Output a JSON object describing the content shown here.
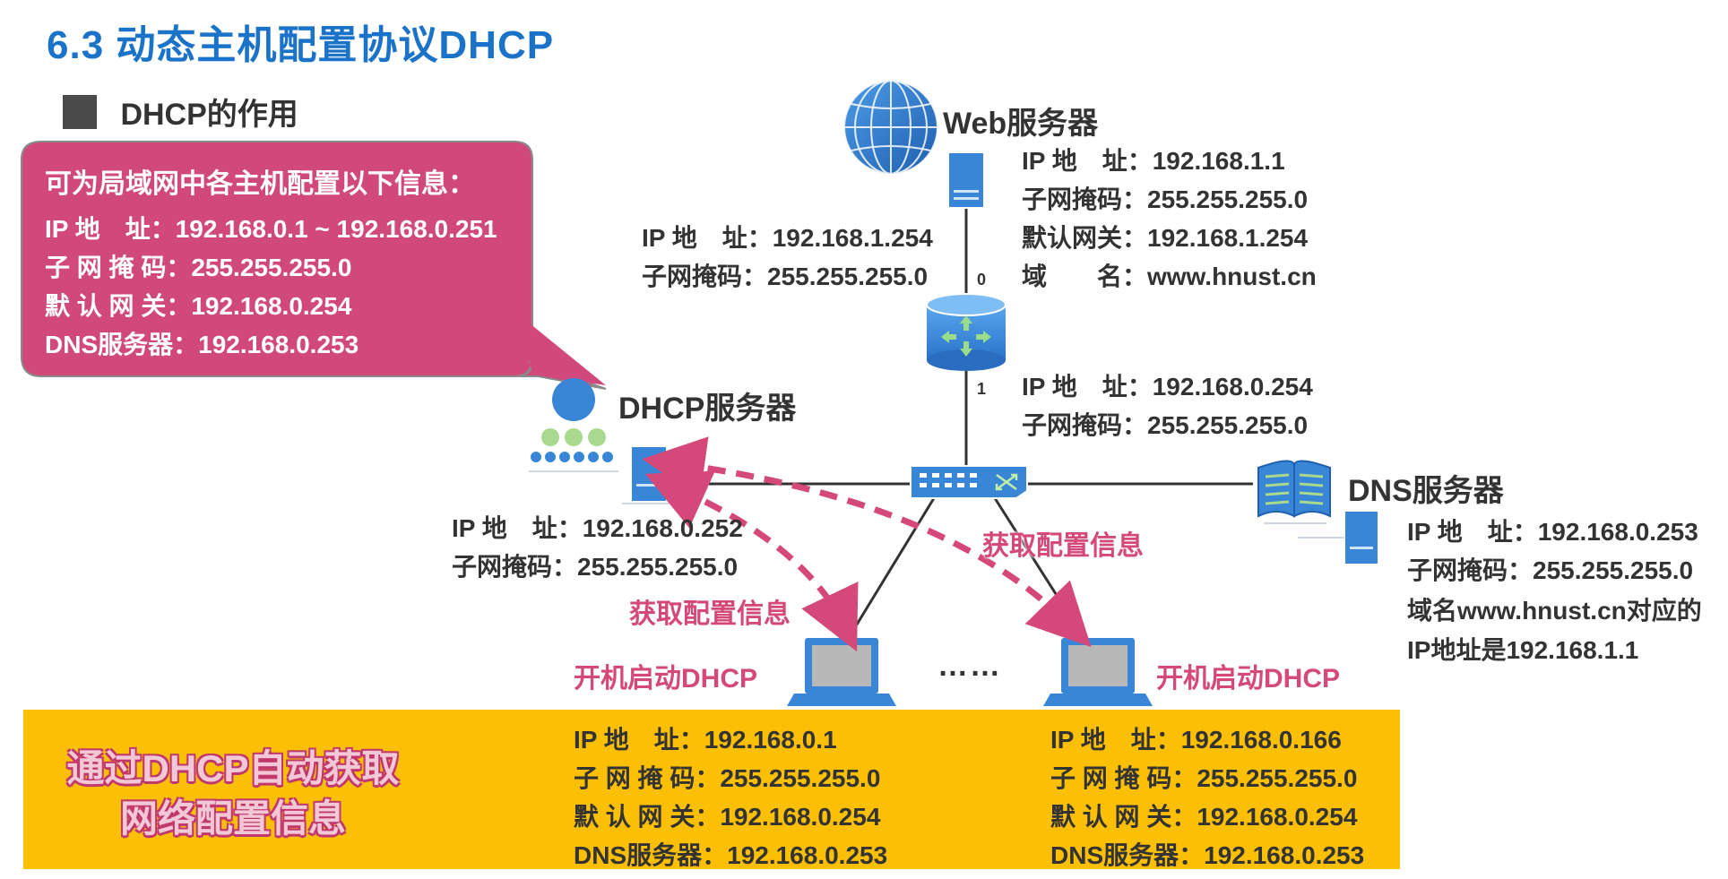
{
  "title": "6.3 动态主机配置协议DHCP",
  "subtitle": "DHCP的作用",
  "callout": {
    "title": "可为局域网中各主机配置以下信息：",
    "lines": [
      "IP 地　址：192.168.0.1 ~ 192.168.0.251",
      "子 网 掩 码：255.255.255.0",
      "默 认 网 关：192.168.0.254",
      "DNS服务器：192.168.0.253"
    ]
  },
  "web_server": {
    "label": "Web服务器",
    "lines": [
      "IP 地　址：192.168.1.1",
      "子网掩码：255.255.255.0",
      "默认网关：192.168.1.254",
      "域　　名：www.hnust.cn"
    ]
  },
  "router": {
    "port0": "0",
    "port1": "1",
    "upper_lines": [
      "IP 地　址：192.168.1.254",
      "子网掩码：255.255.255.0"
    ],
    "lower_lines": [
      "IP 地　址：192.168.0.254",
      "子网掩码：255.255.255.0"
    ]
  },
  "dhcp_server": {
    "label": "DHCP服务器",
    "lines": [
      "IP 地　址：192.168.0.252",
      "子网掩码：255.255.255.0"
    ]
  },
  "dns_server": {
    "label": "DNS服务器",
    "lines": [
      "IP 地　址：192.168.0.253",
      "子网掩码：255.255.255.0",
      "域名www.hnust.cn对应的",
      "IP地址是192.168.1.1"
    ]
  },
  "arrows": {
    "left_label": "获取配置信息",
    "right_label": "获取配置信息"
  },
  "hosts": {
    "left_label": "开机启动DHCP",
    "right_label": "开机启动DHCP",
    "ellipsis": "……"
  },
  "band": {
    "slogan_line1": "通过DHCP自动获取",
    "slogan_line2": "网络配置信息",
    "left_host": [
      "IP 地　址：192.168.0.1",
      "子 网 掩 码：255.255.255.0",
      "默 认 网 关：192.168.0.254",
      "DNS服务器：192.168.0.253"
    ],
    "right_host": [
      "IP 地　址：192.168.0.166",
      "子 网 掩 码：255.255.255.0",
      "默 认 网 关：192.168.0.254",
      "DNS服务器：192.168.0.253"
    ]
  },
  "colors": {
    "title": "#1a73c8",
    "callout": "#d1497a",
    "accent_pink": "#d4487a",
    "band": "#fbbf06",
    "device_blue": "#3a86d6"
  }
}
